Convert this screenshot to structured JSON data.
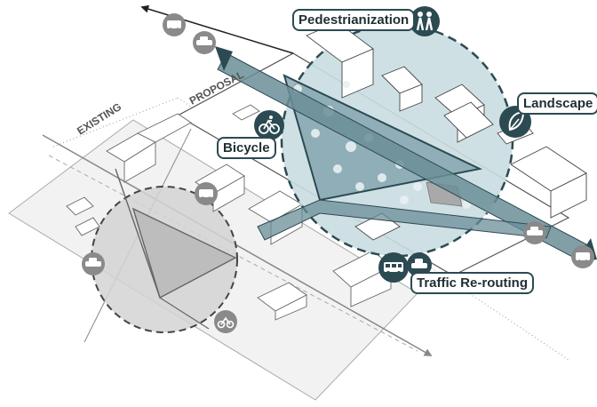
{
  "labels": {
    "existing": "EXISTING",
    "proposal": "PROPOSAL",
    "pedestrianization": "Pedestrianization",
    "landscape": "Landscape",
    "bicycle": "Bicycle",
    "traffic_rerouting": "Traffic Re-routing"
  },
  "icons": {
    "pedestrian": "pedestrian-icon",
    "leaf": "leaf-icon",
    "bicycle": "bicycle-icon",
    "bus": "bus-icon",
    "car": "car-icon",
    "motorbike": "motorbike-icon"
  },
  "colors": {
    "proposal_circle_fill": "#c9dde0",
    "proposal_road_fill": "#6b8e98",
    "existing_circle_fill": "#d3d3d3",
    "icon_badge": "#2c4a52",
    "icon_badge_grey": "#8a8a8a",
    "block_outline": "#555555"
  }
}
